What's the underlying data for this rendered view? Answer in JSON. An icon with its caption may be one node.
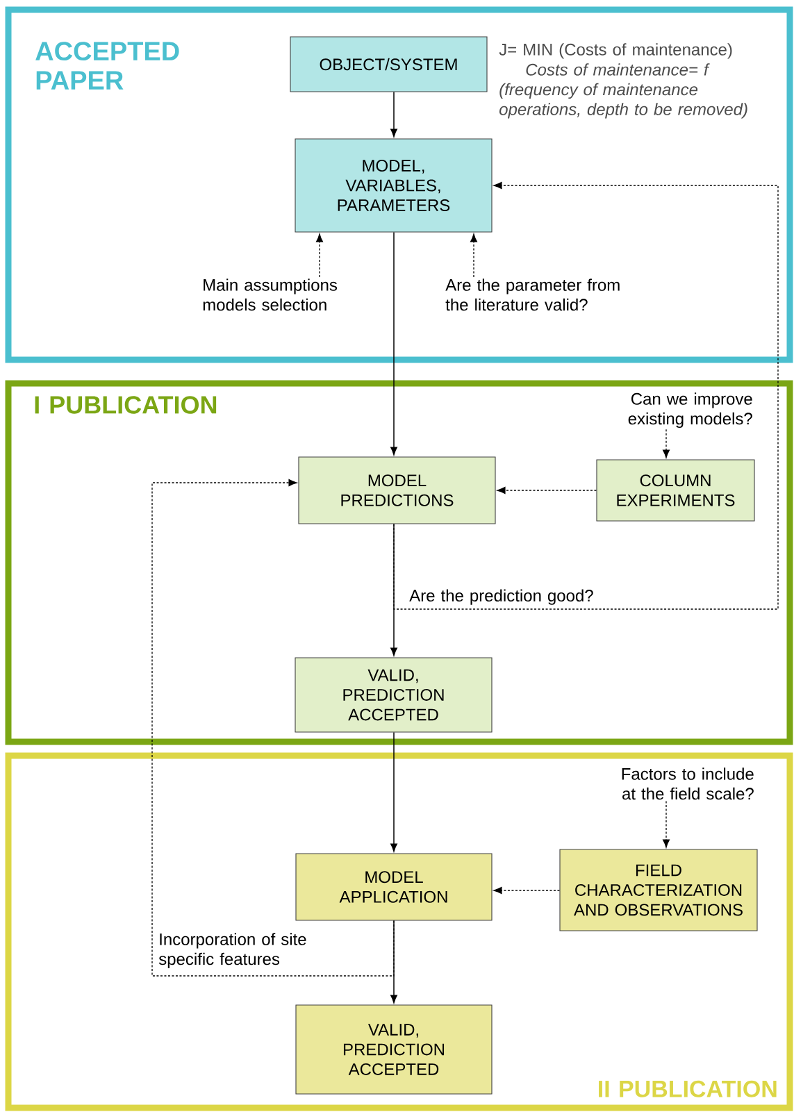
{
  "diagram": {
    "nodes": [
      {
        "text": [
          "ACCEPTED PAPER"
        ]
      },
      {
        "text": [
          "OBJECT/SYSTEM"
        ],
        "in": 0,
        "beside": [
          "J= MIN (Costs of maintenance)",
          "Costs of maintenance= f (frequency of maintenance operations, depth to be removed)"
        ]
      },
      {
        "text": [
          "MODEL, VARIABLES, PARAMETERS"
        ],
        "in": 0
      },
      {
        "text": [
          "Main assumptions models selection"
        ],
        "in": 0
      },
      {
        "text": [
          "Are the parameter from the literature valid?"
        ],
        "in": 0
      },
      {
        "text": [
          "I PUBLICATION"
        ]
      },
      {
        "text": [
          "Can we improve existing models?"
        ],
        "in": 5
      },
      {
        "text": [
          "MODEL PREDICTIONS"
        ],
        "in": 5
      },
      {
        "text": [
          "COLUMN EXPERIMENTS"
        ],
        "in": 5
      },
      {
        "text": [
          "VALID, PREDICTION ACCEPTED"
        ],
        "in": 5
      },
      {
        "text": [
          "II PUBLICATION"
        ]
      },
      {
        "text": [
          "Factors to include at the field scale?"
        ],
        "in": 10
      },
      {
        "text": [
          "MODEL APPLICATION"
        ],
        "in": 10
      },
      {
        "text": [
          "FIELD CHARACTERIZATION AND OBSERVATIONS"
        ],
        "in": 10
      },
      {
        "text": [
          "VALID, PREDICTION ACCEPTED"
        ],
        "in": 10
      }
    ],
    "edges": [
      {
        "from": 1,
        "to": 2,
        "arrow": "to"
      },
      {
        "from": 3,
        "to": 2,
        "arrow": "to",
        "style": "dashed"
      },
      {
        "from": 4,
        "to": 2,
        "arrow": "to",
        "style": "dashed"
      },
      {
        "from": 2,
        "to": 7,
        "arrow": "to"
      },
      {
        "from": 6,
        "to": 8,
        "arrow": "to",
        "style": "dashed"
      },
      {
        "from": 8,
        "to": 7,
        "arrow": "to",
        "style": "dashed"
      },
      {
        "from": 7,
        "to": 9,
        "arrow": "to"
      },
      {
        "from": 7,
        "to": 2,
        "arrow": "to",
        "style": "dashed",
        "label": "Are the prediction good?"
      },
      {
        "from": 9,
        "to": 12,
        "arrow": "to"
      },
      {
        "from": 11,
        "to": 13,
        "arrow": "to",
        "style": "dashed"
      },
      {
        "from": 13,
        "to": 12,
        "arrow": "to",
        "style": "dashed"
      },
      {
        "from": 12,
        "to": 14,
        "arrow": "to"
      },
      {
        "from": 12,
        "to": 7,
        "arrow": "to",
        "style": "dashed",
        "label": "Incorporation of site specific features"
      }
    ]
  }
}
